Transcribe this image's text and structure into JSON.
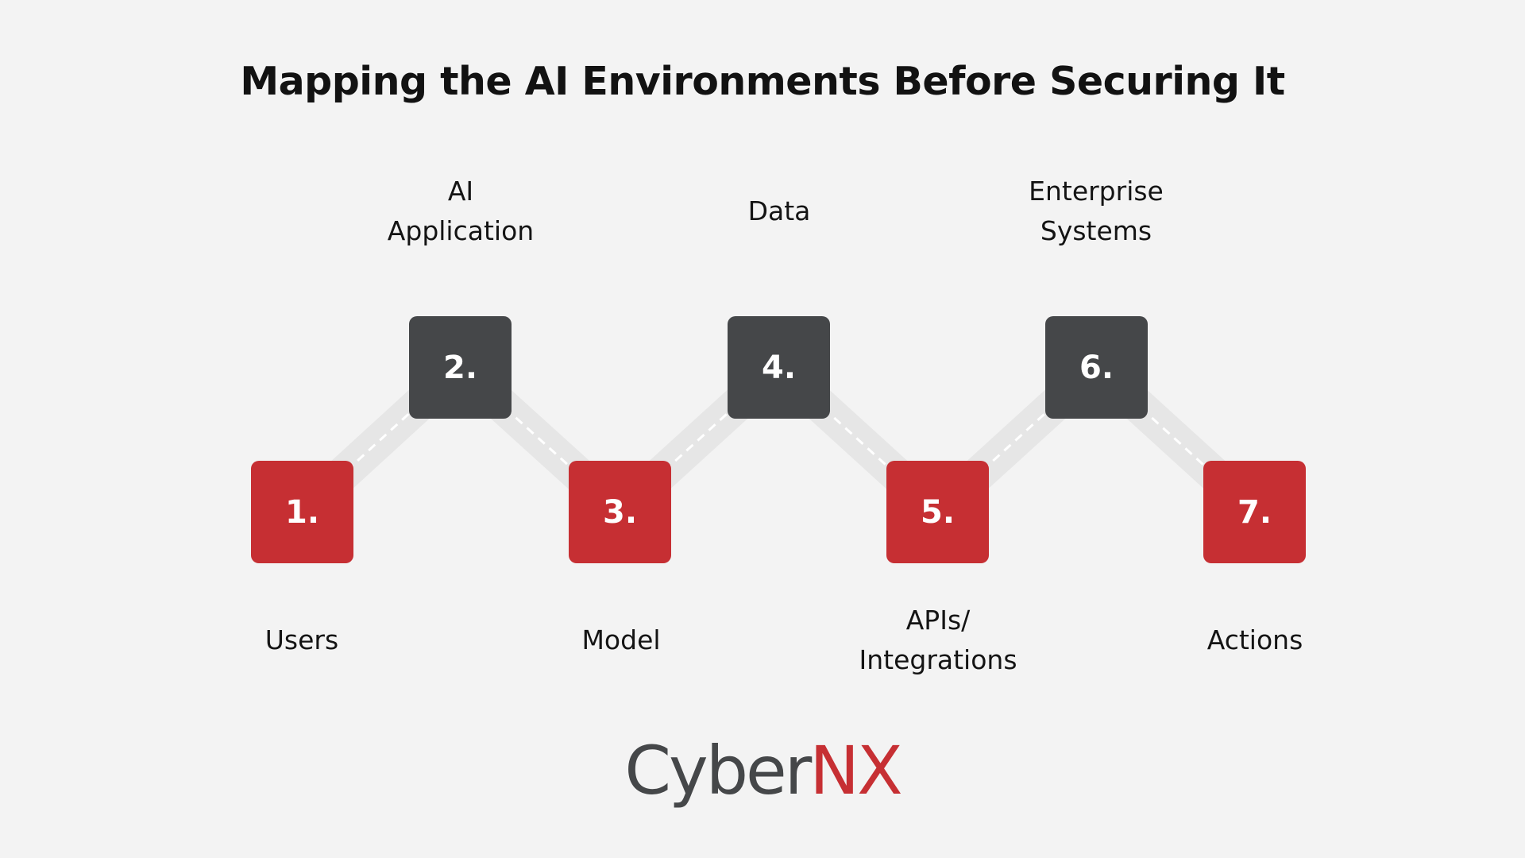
{
  "title": "Mapping the AI Environments Before Securing It",
  "steps": [
    {
      "number": "1.",
      "label_lines": [
        "Users"
      ],
      "color": "#c62f33"
    },
    {
      "number": "2.",
      "label_lines": [
        "AI",
        "Application"
      ],
      "color": "#454749"
    },
    {
      "number": "3.",
      "label_lines": [
        "Model"
      ],
      "color": "#c62f33"
    },
    {
      "number": "4.",
      "label_lines": [
        "Data"
      ],
      "color": "#454749"
    },
    {
      "number": "5.",
      "label_lines": [
        "APIs/",
        "Integrations"
      ],
      "color": "#c62f33"
    },
    {
      "number": "6.",
      "label_lines": [
        "Enterprise",
        "Systems"
      ],
      "color": "#454749"
    },
    {
      "number": "7.",
      "label_lines": [
        "Actions"
      ],
      "color": "#c62f33"
    }
  ],
  "logo": {
    "part1": "Cyber",
    "part2": "NX"
  },
  "colors": {
    "background": "#f3f3f3",
    "accent_red": "#c62f33",
    "dark_gray": "#454749",
    "connector": "#e6e6e6",
    "connector_dash": "#ffffff"
  }
}
